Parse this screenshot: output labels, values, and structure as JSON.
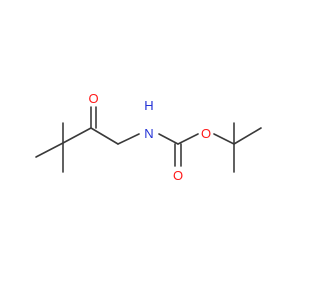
{
  "molecule": {
    "atoms": {
      "ketone_oxygen": "O",
      "nitrogen": "N",
      "hydrogen": "H",
      "ester_oxygen": "O",
      "carbonyl_oxygen": "O"
    },
    "colors": {
      "bond": "#3a3a3a",
      "oxygen": "#ff1a1a",
      "nitrogen": "#2433d6",
      "background": "#ffffff"
    }
  }
}
